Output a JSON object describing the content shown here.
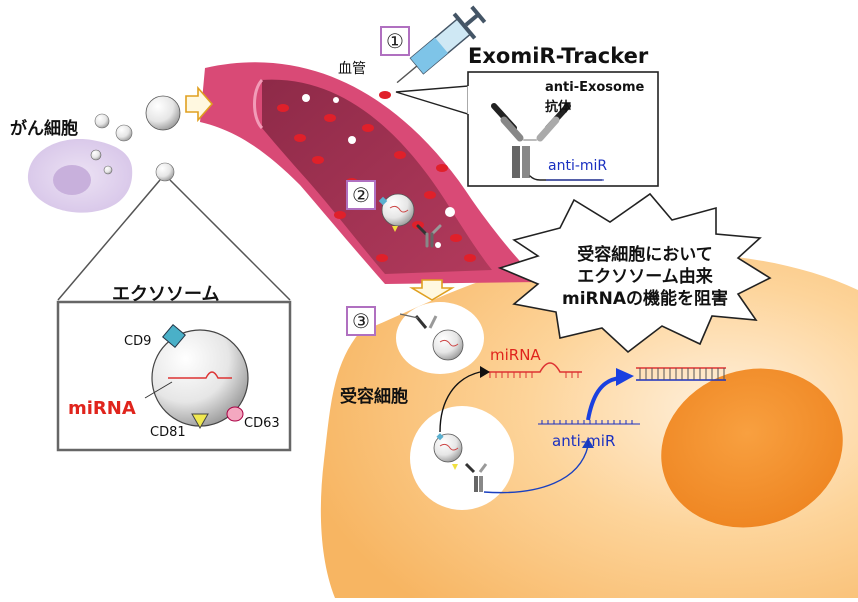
{
  "labels": {
    "cancer_cell": "がん細胞",
    "blood_vessel": "血管",
    "tracker_title": "ExomiR-Tracker",
    "anti_exosome_line1": "anti-Exosome",
    "anti_exosome_line2": "抗体",
    "anti_mir_box": "anti-miR",
    "exosome_title": "エクソソーム",
    "cd9": "CD9",
    "cd63": "CD63",
    "cd81": "CD81",
    "mirna_panel": "miRNA",
    "recipient_cell": "受容細胞",
    "mirna_cell": "miRNA",
    "anti_mir_cell": "anti-miR",
    "callout_line1": "受容細胞において",
    "callout_line2": "エクソソーム由来",
    "callout_line3": "miRNAの機能を阻害"
  },
  "steps": [
    "①",
    "②",
    "③"
  ],
  "colors": {
    "vessel": "#d94a76",
    "vessel_inner": "#9e2f50",
    "recipient_cell": "#fcc070",
    "nucleus": "#f08a20",
    "cancer_cell": "#e0d0ee",
    "mirna_red": "#e0241c",
    "anti_mir_blue": "#1a30c0",
    "arrow_blue": "#1a40e0",
    "step_border": "#b070c0"
  }
}
